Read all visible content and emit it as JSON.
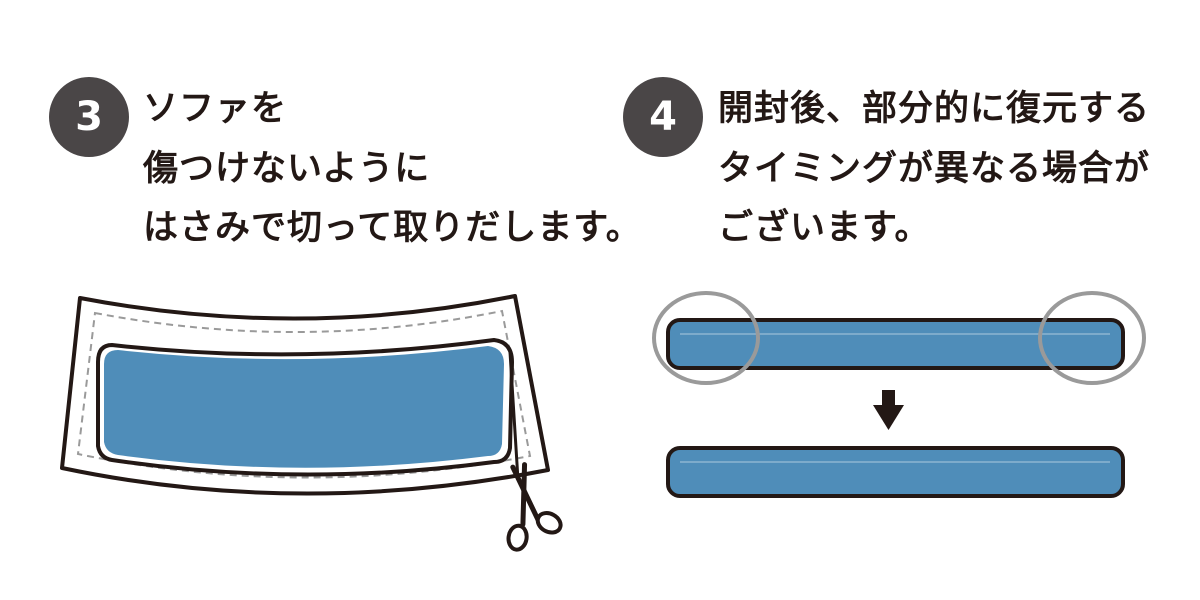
{
  "steps": [
    {
      "number": "3",
      "lines": [
        "ソファを",
        "傷つけないように",
        "はさみで切って取りだします。"
      ]
    },
    {
      "number": "4",
      "lines": [
        "開封後、部分的に復元する",
        "タイミングが異なる場合が",
        "ございます。"
      ]
    }
  ],
  "icons": {
    "scissors": "scissors-icon",
    "arrow": "arrow-down-icon"
  },
  "colors": {
    "badge": "#4a4647",
    "text": "#231815",
    "cushion": "#4f8db9",
    "outline": "#231815",
    "highlight_circle": "#9a9a9a",
    "stitch": "#9a9a9a"
  }
}
